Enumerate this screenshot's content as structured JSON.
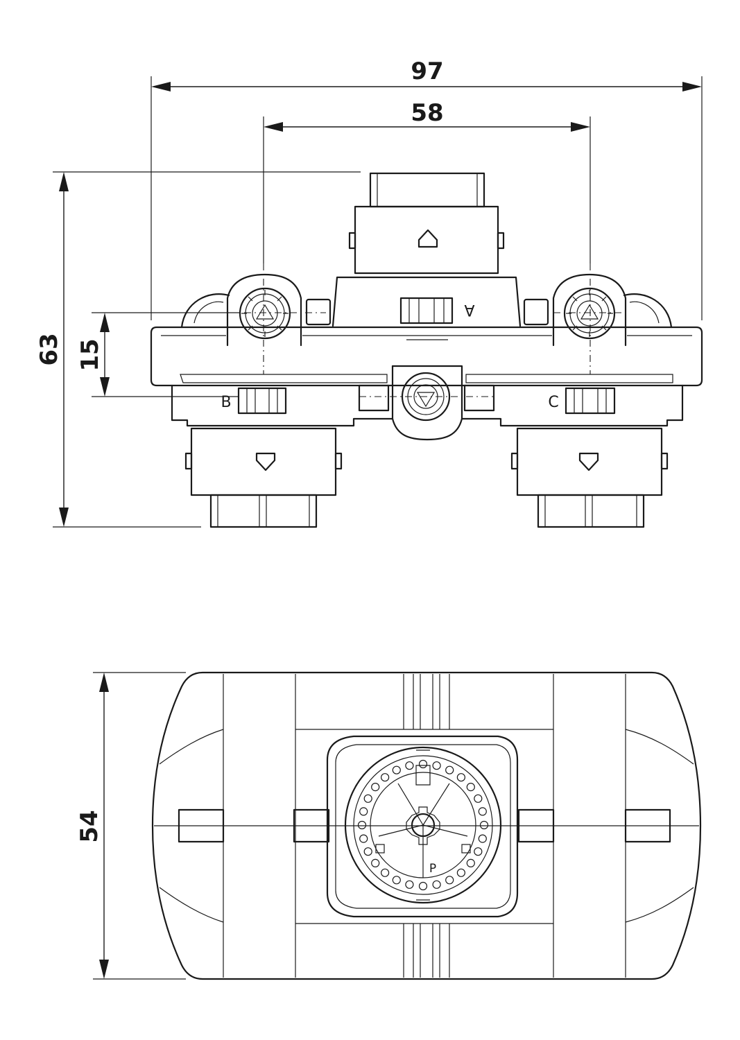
{
  "dimensions": {
    "overall_width": "97",
    "pitch": "58",
    "height": "63",
    "offset": "15",
    "depth": "54"
  },
  "ports": {
    "a": "A",
    "b": "B",
    "c": "C",
    "p": "P"
  },
  "icons": [
    "arrow-up-marker-icon",
    "arrow-down-marker-icon",
    "triangle-port-icon",
    "square-drive-icon"
  ]
}
